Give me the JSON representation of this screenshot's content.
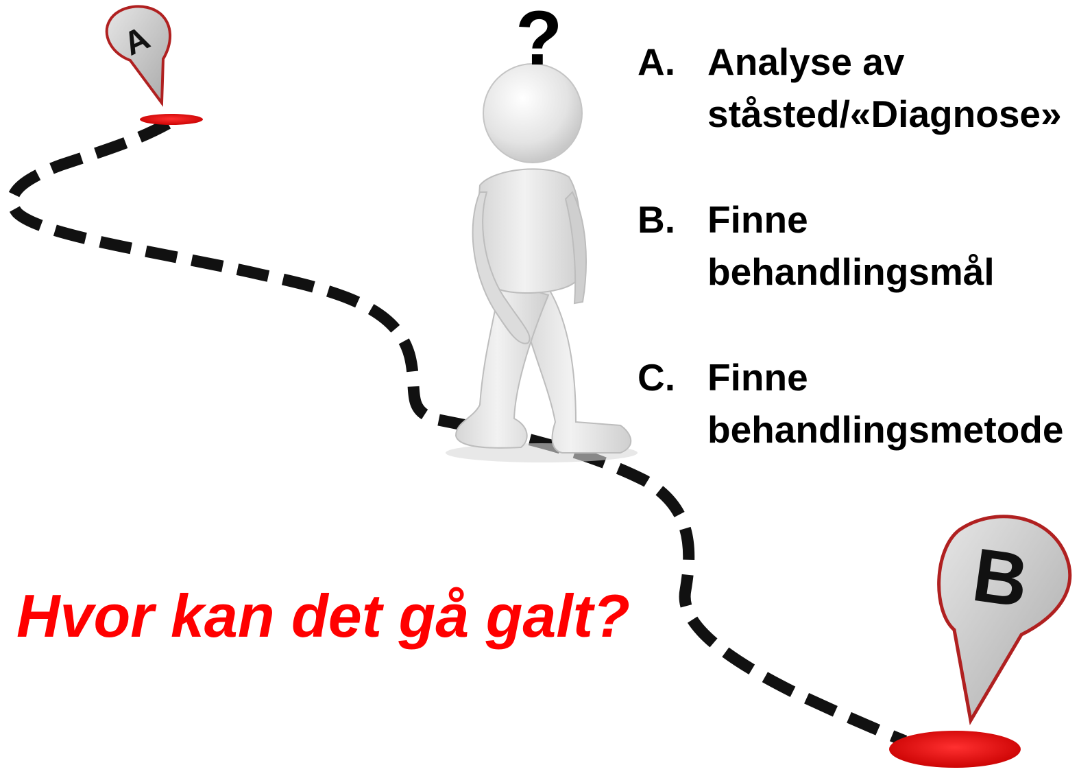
{
  "question_mark": "?",
  "markers": {
    "start_label": "A",
    "end_label": "B",
    "pin_color": "#c9c9c9",
    "pin_outline": "#b02020",
    "base_color": "#e00000"
  },
  "steps": [
    {
      "letter": "A.",
      "text": "Analyse av ståsted/«Diagnose»"
    },
    {
      "letter": "B.",
      "text": "Finne behandlingsmål"
    },
    {
      "letter": "C.",
      "text": "Finne behandlingsmetode"
    }
  ],
  "headline": "Hvor kan det gå galt?",
  "colors": {
    "headline": "#ff0000",
    "path_dashes": "#111111",
    "figure": "#e6e6e6"
  }
}
